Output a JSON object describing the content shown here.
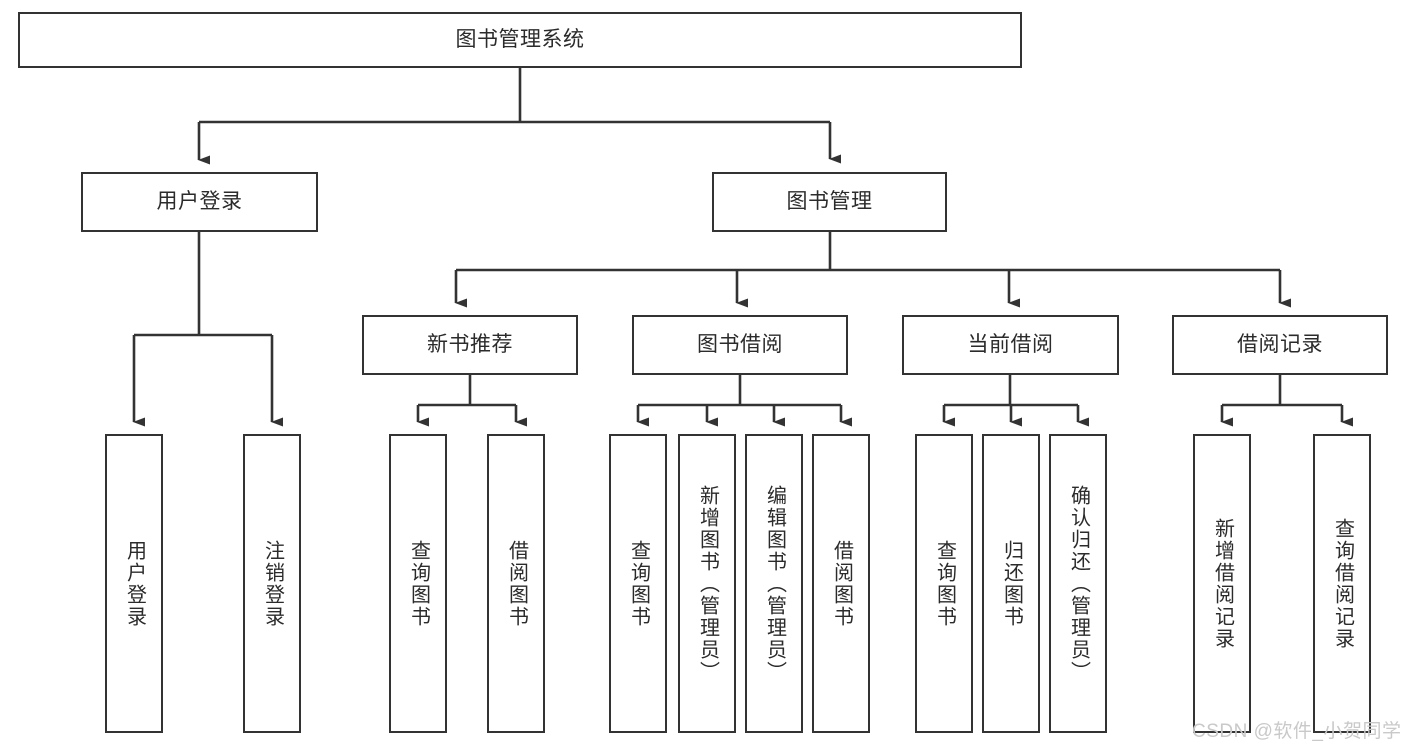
{
  "diagram": {
    "title": "图书管理系统",
    "type": "tree-hierarchy-chart",
    "root": {
      "label": "图书管理系统"
    },
    "level2": [
      {
        "label": "用户登录"
      },
      {
        "label": "图书管理"
      }
    ],
    "level3": [
      {
        "label": "新书推荐"
      },
      {
        "label": "图书借阅"
      },
      {
        "label": "当前借阅"
      },
      {
        "label": "借阅记录"
      }
    ],
    "leaves": {
      "user_login": [
        {
          "label": "用户登录"
        },
        {
          "label": "注销登录"
        }
      ],
      "new_book_recommend": [
        {
          "label": "查询图书"
        },
        {
          "label": "借阅图书"
        }
      ],
      "book_borrow": [
        {
          "label": "查询图书"
        },
        {
          "label": "新增图书（管理员）"
        },
        {
          "label": "编辑图书（管理员）"
        },
        {
          "label": "借阅图书"
        }
      ],
      "current_borrow": [
        {
          "label": "查询图书"
        },
        {
          "label": "归还图书"
        },
        {
          "label": "确认归还（管理员）"
        }
      ],
      "borrow_record": [
        {
          "label": "新增借阅记录"
        },
        {
          "label": "查询借阅记录"
        }
      ]
    }
  },
  "watermark": {
    "text": "CSDN @软件_小贺同学"
  },
  "colors": {
    "stroke": "#333333",
    "text": "#2b2b2b",
    "background": "#ffffff",
    "watermark": "#c9c9c9"
  }
}
